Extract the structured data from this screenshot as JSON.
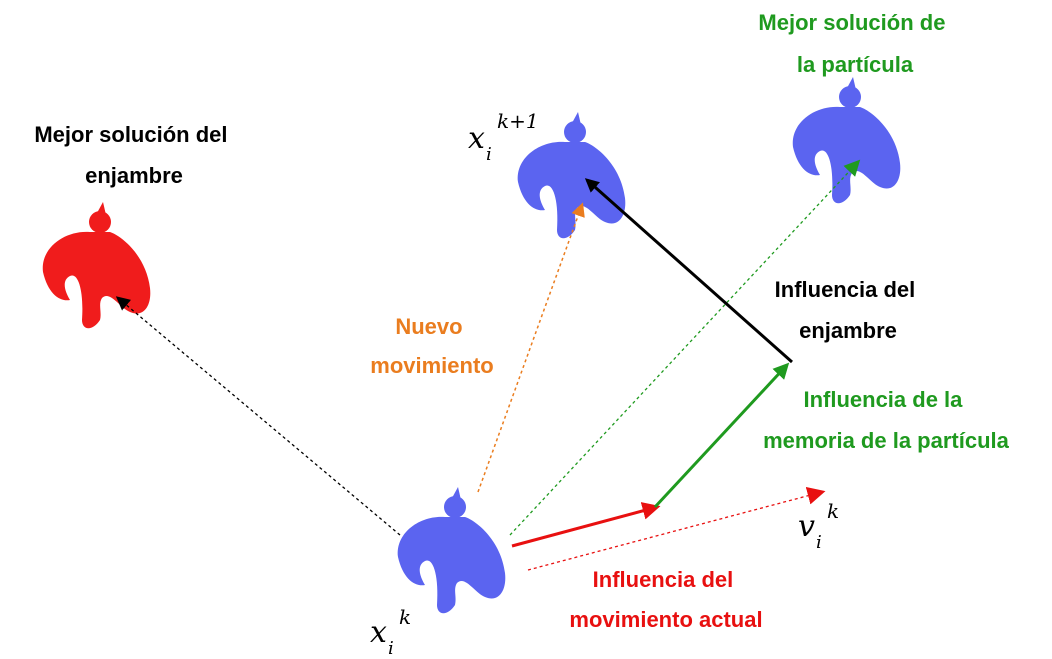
{
  "colors": {
    "particle": "#5b64f0",
    "swarm_best": "#f01c1c",
    "green": "#1f9a1f",
    "orange": "#ea7d1f",
    "red": "#e81010",
    "black": "#000000"
  },
  "labels": {
    "swarm_best": [
      "Mejor solución del",
      "enjambre"
    ],
    "particle_best": [
      "Mejor solución de",
      "la partícula"
    ],
    "new_move": [
      "Nuevo",
      "movimiento"
    ],
    "swarm_influence": [
      "Influencia del",
      "enjambre"
    ],
    "memory_influence": [
      "Influencia de la",
      "memoria de la partícula"
    ],
    "current_influence": [
      "Influencia del",
      "movimiento actual"
    ]
  },
  "math": {
    "x_next_base": "x",
    "x_next_sub": "i",
    "x_next_sup": "k+1",
    "x_curr_base": "x",
    "x_curr_sub": "i",
    "x_curr_sup": "k",
    "v_base": "v",
    "v_sub": "i",
    "v_sup": "k"
  }
}
